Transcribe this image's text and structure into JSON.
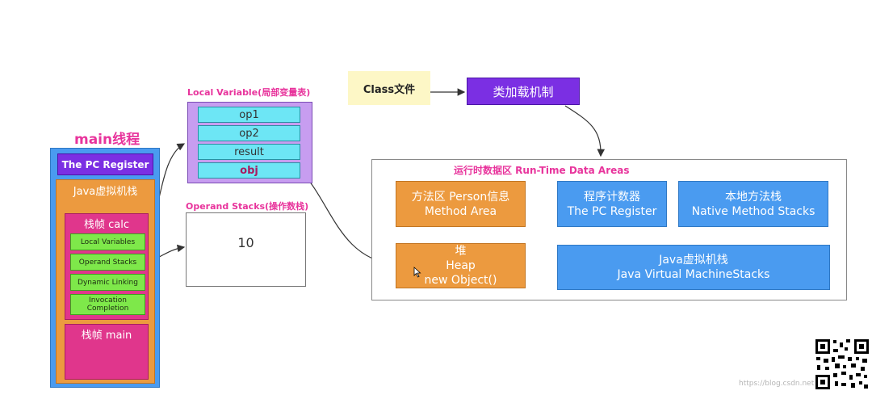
{
  "main_thread": {
    "title": "main线程",
    "pc_register": "The PC Register",
    "jvm_stack": "Java虚拟机栈",
    "frame_calc": {
      "label": "栈帧  calc",
      "items": [
        "Local Variables",
        "Operand Stacks",
        "Dynamic Linking",
        "Invocation Completion"
      ]
    },
    "frame_main": "栈帧  main"
  },
  "local_variable": {
    "title": "Local Variable(局部变量表)",
    "slots": [
      "op1",
      "op2",
      "result",
      "obj"
    ]
  },
  "operand_stacks": {
    "title": "Operand Stacks(操作数栈)",
    "value": "10"
  },
  "class_file": "Class文件",
  "class_loader": "类加载机制",
  "runtime_area": {
    "title": "运行时数据区  Run-Time Data Areas",
    "method_area": {
      "line1": "方法区  Person信息",
      "line2": "Method Area"
    },
    "heap": {
      "line1": "堆",
      "line2": "Heap",
      "line3": "new Object()"
    },
    "pc_register": {
      "line1": "程序计数器",
      "line2": "The PC Register"
    },
    "native_stacks": {
      "line1": "本地方法栈",
      "line2": "Native Method Stacks"
    },
    "jvm_stacks": {
      "line1": "Java虚拟机栈",
      "line2": "Java Virtual MachineStacks"
    }
  },
  "colors": {
    "purple": "#7b2fe3",
    "blue": "#4a9bf0",
    "orange": "#ec9a3f",
    "magenta": "#e0368c",
    "green": "#7ee84a",
    "cyan": "#6de6f5",
    "lavender": "#c79df0",
    "title_pink": "#e8349c"
  },
  "watermark": "https://blog.csdn.net/..."
}
